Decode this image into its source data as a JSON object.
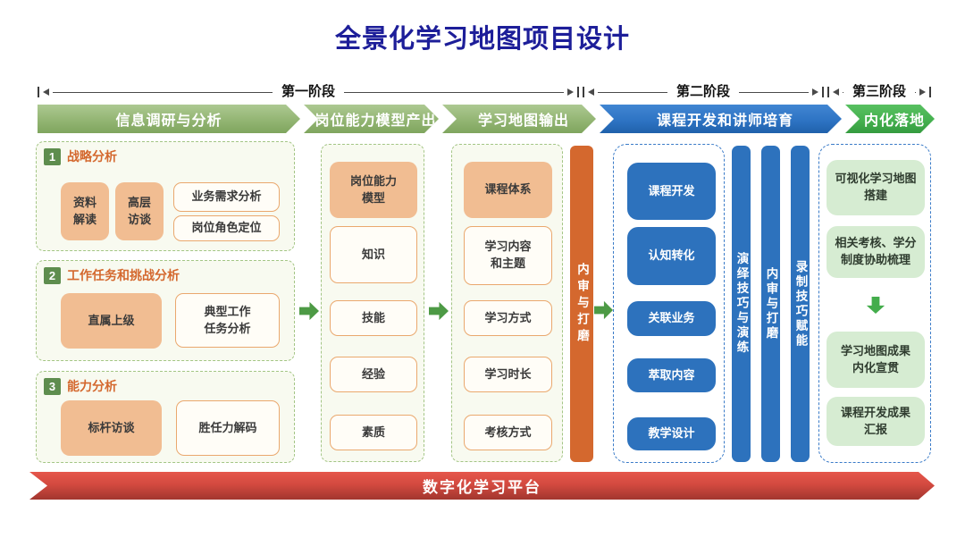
{
  "title": "全景化学习地图项目设计",
  "phases": [
    {
      "label": "第一阶段"
    },
    {
      "label": "第二阶段"
    },
    {
      "label": "第三阶段"
    }
  ],
  "banners": [
    {
      "label": "信息调研与分析"
    },
    {
      "label": "岗位能力模型产出"
    },
    {
      "label": "学习地图输出"
    },
    {
      "label": "课程开发和讲师培育"
    },
    {
      "label": "内化落地"
    }
  ],
  "column1": {
    "sections": [
      {
        "number": "1",
        "title": "战略分析",
        "filled": [
          "资料\n解读",
          "高层\n访谈"
        ],
        "outlined": [
          "业务需求分析",
          "岗位角色定位"
        ]
      },
      {
        "number": "2",
        "title": "工作任务和挑战分析",
        "filled": [
          "直属上级"
        ],
        "outlined": [
          "典型工作\n任务分析"
        ]
      },
      {
        "number": "3",
        "title": "能力分析",
        "filled": [
          "标杆访谈"
        ],
        "outlined": [
          "胜任力解码"
        ]
      }
    ]
  },
  "column2": {
    "header": "岗位能力\n模型",
    "items": [
      "知识",
      "技能",
      "经验",
      "素质"
    ]
  },
  "column3": {
    "header": "课程体系",
    "items": [
      "学习内容\n和主题",
      "学习方式",
      "学习时长",
      "考核方式"
    ]
  },
  "column4": {
    "items": [
      "课程开发",
      "认知转化",
      "关联业务",
      "萃取内容",
      "教学设计"
    ]
  },
  "column5": {
    "top": [
      "可视化学习地图\n搭建",
      "相关考核、学分\n制度协助梳理"
    ],
    "bottom": [
      "学习地图成果\n内化宣贯",
      "课程开发成果\n汇报"
    ]
  },
  "vertical_bars": {
    "review_polish_left": "内审与打磨",
    "performance_drill": "演绎技巧与演练",
    "review_polish_mid": "内审与打磨",
    "recording_skills": "录制技巧赋能"
  },
  "footer": {
    "label": "数字化学习平台"
  },
  "colors": {
    "title_navy": "#1d1e99",
    "banner_green": "#93b573",
    "banner_blue": "#2e74c4",
    "banner_bright_green": "#45b14f",
    "panel_cream": "#f8faf0",
    "panel_border_green": "#a3c585",
    "panel_border_blue": "#3a7bc8",
    "orange_fill": "#f1bd92",
    "orange_outline": "#eaa86e",
    "orange_accent": "#d4682e",
    "badge_green": "#5e8d4e",
    "box_blue": "#2d72bd",
    "light_green_fill": "#d6ecd2",
    "arrow_green": "#4d9a45",
    "footer_red": "#d34a40"
  }
}
